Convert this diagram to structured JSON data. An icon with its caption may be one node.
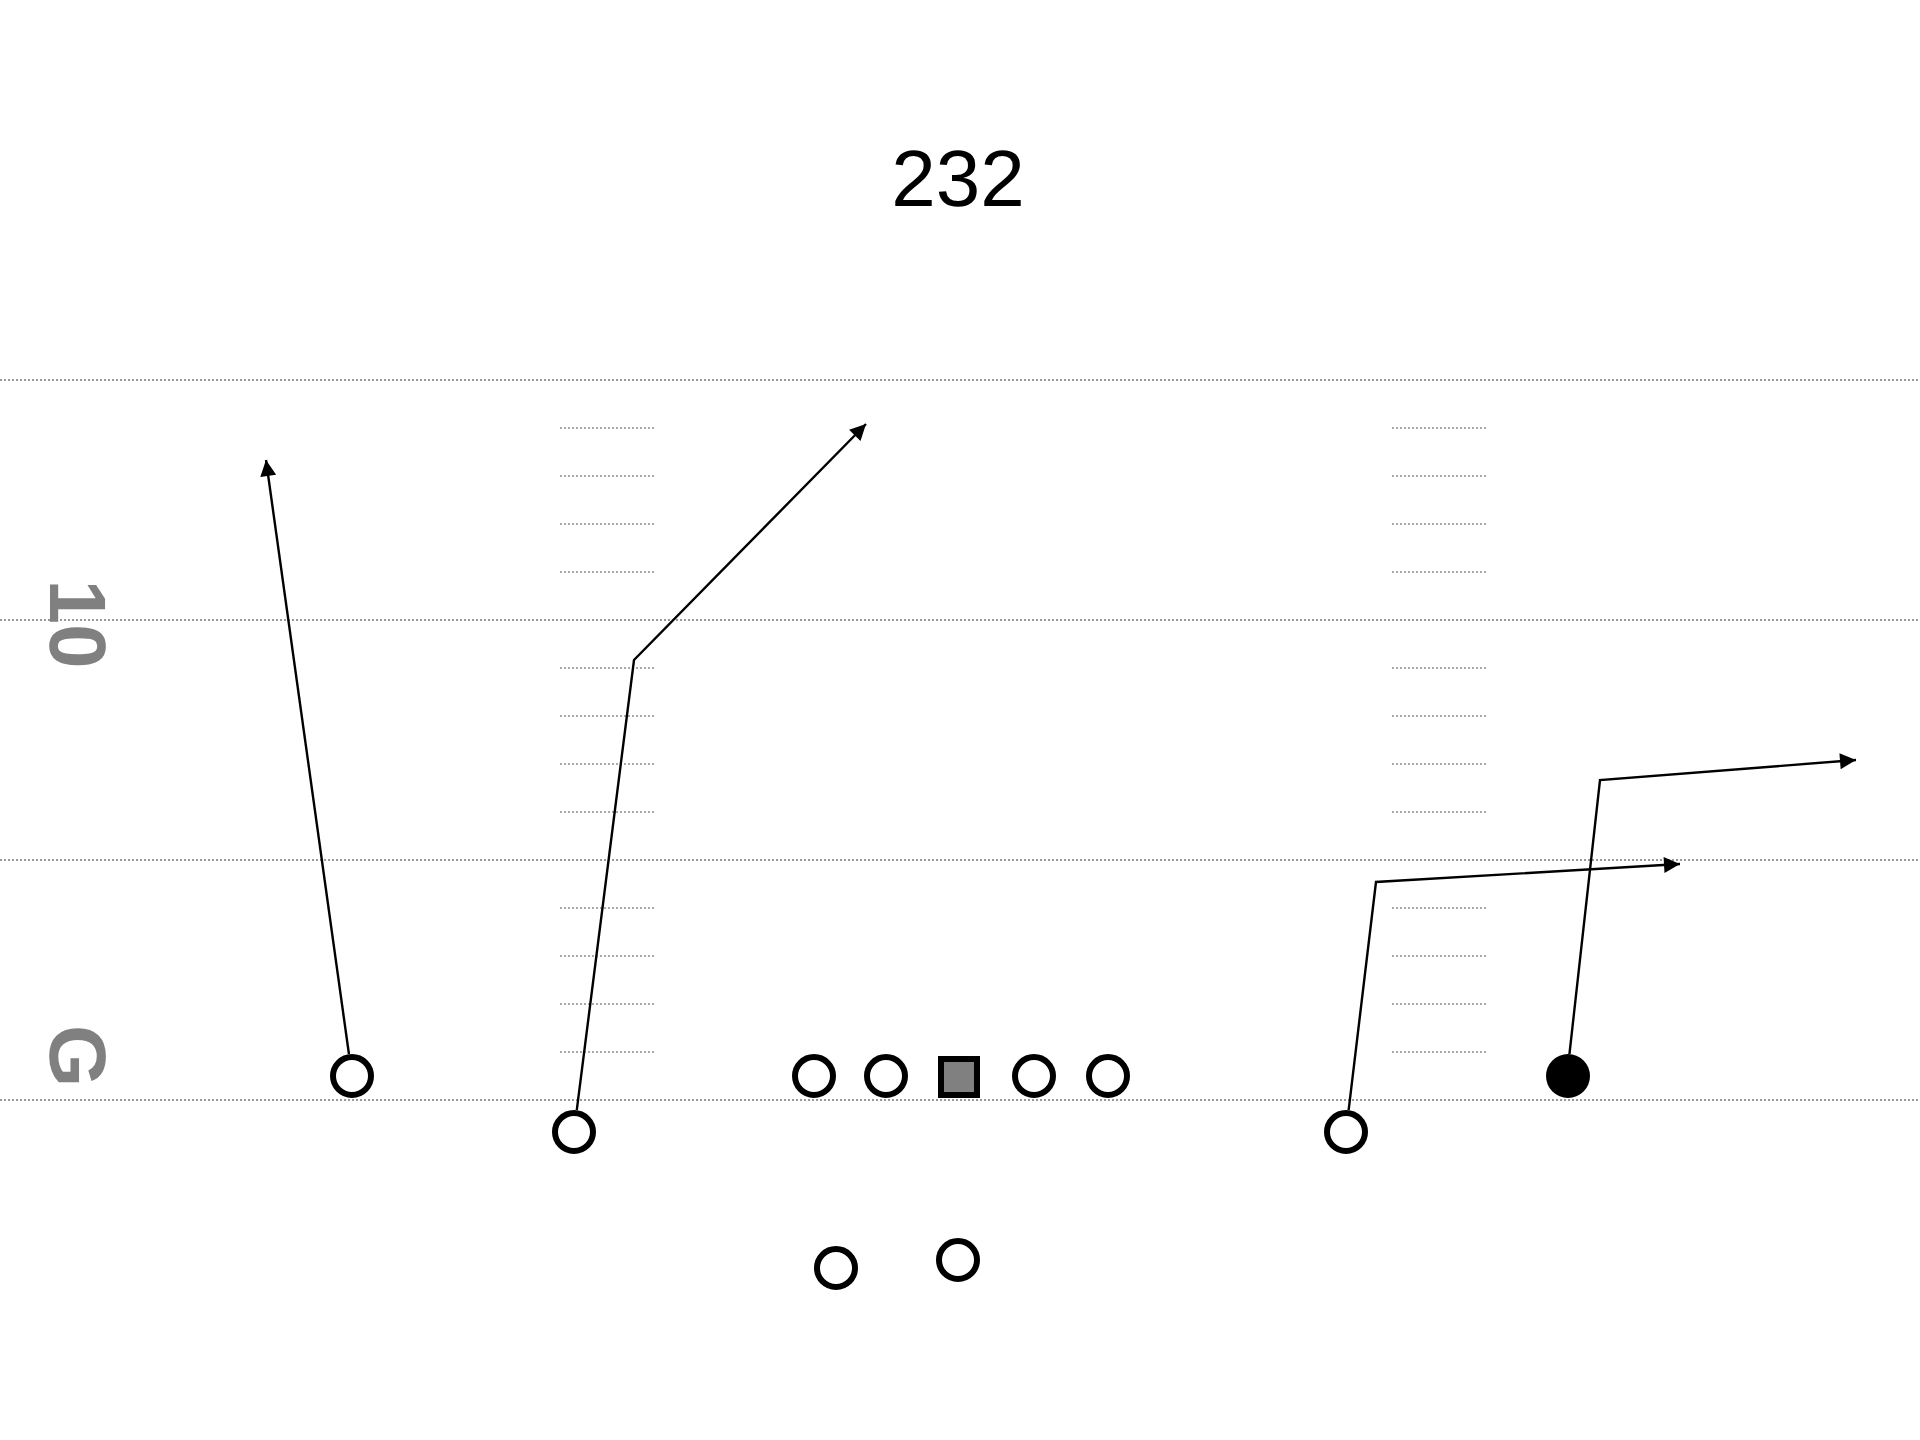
{
  "diagram": {
    "title": "232",
    "nodes": [
      {
        "text": [],
        "shape": "circle"
      },
      {
        "text": [],
        "shape": "circle"
      },
      {
        "text": [],
        "shape": "circle"
      },
      {
        "text": [],
        "shape": "square"
      },
      {
        "text": [],
        "shape": "circle"
      },
      {
        "text": [],
        "shape": "circle"
      },
      {
        "text": [],
        "shape": "dot"
      },
      {
        "text": [],
        "shape": "circle"
      },
      {
        "text": [],
        "shape": "circle"
      },
      {
        "text": [],
        "shape": "circle"
      },
      {
        "text": [],
        "shape": "circle"
      }
    ],
    "edges": [
      {
        "from": 0,
        "to": null,
        "arrow": "to"
      },
      {
        "from": 7,
        "to": null,
        "arrow": "to"
      },
      {
        "from": 8,
        "to": null,
        "arrow": "to"
      },
      {
        "from": 6,
        "to": null,
        "arrow": "to"
      }
    ],
    "labels": [
      "10",
      "G"
    ]
  }
}
